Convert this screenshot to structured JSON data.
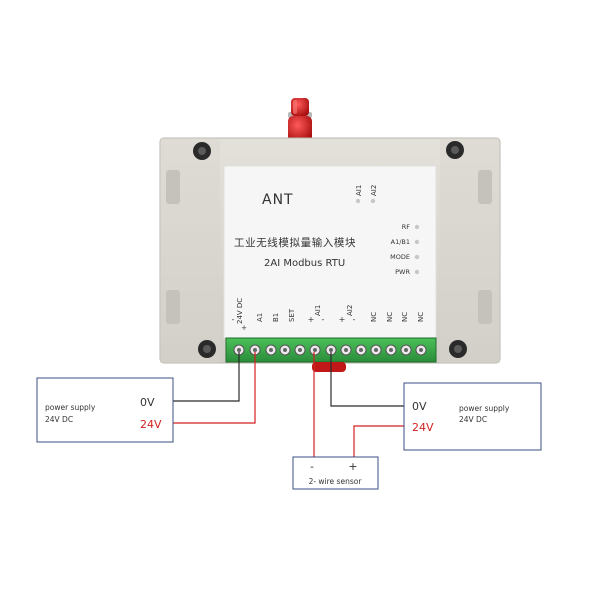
{
  "device": {
    "brand": "ANT",
    "title_cn": "工业无线模拟量输入模块",
    "model": "2AI Modbus RTU",
    "ai_indicators": [
      "AI1",
      "AI2"
    ],
    "status_leds": [
      "RF",
      "A1/B1",
      "MODE",
      "PWR"
    ],
    "terminals": [
      "24V DC",
      "A1",
      "B1",
      "SET",
      "AI1",
      "AI2",
      "NC",
      "NC",
      "NC",
      "NC"
    ],
    "polarity": {
      "dc_minus": "-",
      "dc_plus": "+",
      "ai1_plus": "+",
      "ai1_minus": "-",
      "ai2_plus": "+",
      "ai2_minus": "-"
    }
  },
  "left_supply": {
    "title_line1": "power supply",
    "title_line2": "24V DC",
    "label_0v": "0V",
    "label_24v": "24V"
  },
  "right_supply": {
    "title_line1": "power supply",
    "title_line2": "24V DC",
    "label_0v": "0V",
    "label_24v": "24V"
  },
  "sensor": {
    "minus": "-",
    "plus": "+",
    "label": "2- wire sensor"
  },
  "colors": {
    "wire_black": "#2b2b2b",
    "wire_red": "#d42020",
    "box_border": "#3b4f86",
    "enclosure": "#d9d7d0",
    "label_panel": "#f6f6f6",
    "terminal_green": "#3aa84a",
    "antenna_red": "#d81818",
    "led_dot": "#c8c8c8"
  },
  "icons": [
    "antenna-icon",
    "mounting-hole-icon",
    "led-indicator-icon",
    "terminal-screw-icon"
  ]
}
